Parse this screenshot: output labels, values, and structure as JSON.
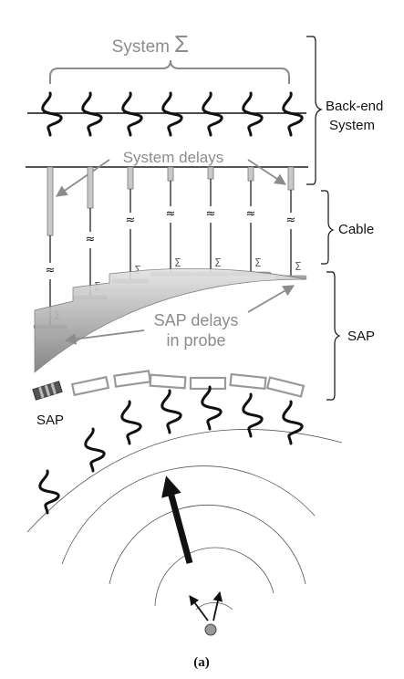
{
  "labels": {
    "system_sigma": "System",
    "sigma_symbol": "Σ",
    "back_end_line1": "Back-end",
    "back_end_line2": "System",
    "system_delays": "System delays",
    "cable": "Cable",
    "sap_delays_line1": "SAP delays",
    "sap_delays_line2": "in probe",
    "sap_right": "SAP",
    "sap_left": "SAP",
    "caption": "(a)",
    "approx_symbol": "≈"
  },
  "colors": {
    "ink": "#111111",
    "gray_annotation": "#8c8c8c",
    "delay_fill": "#c8c8c8",
    "element_outline": "#999999",
    "dark_element": "#555555"
  },
  "icons": {
    "pulse": "wavelet-icon",
    "beam": "beam-arrow-icon",
    "source": "point-source-icon"
  }
}
